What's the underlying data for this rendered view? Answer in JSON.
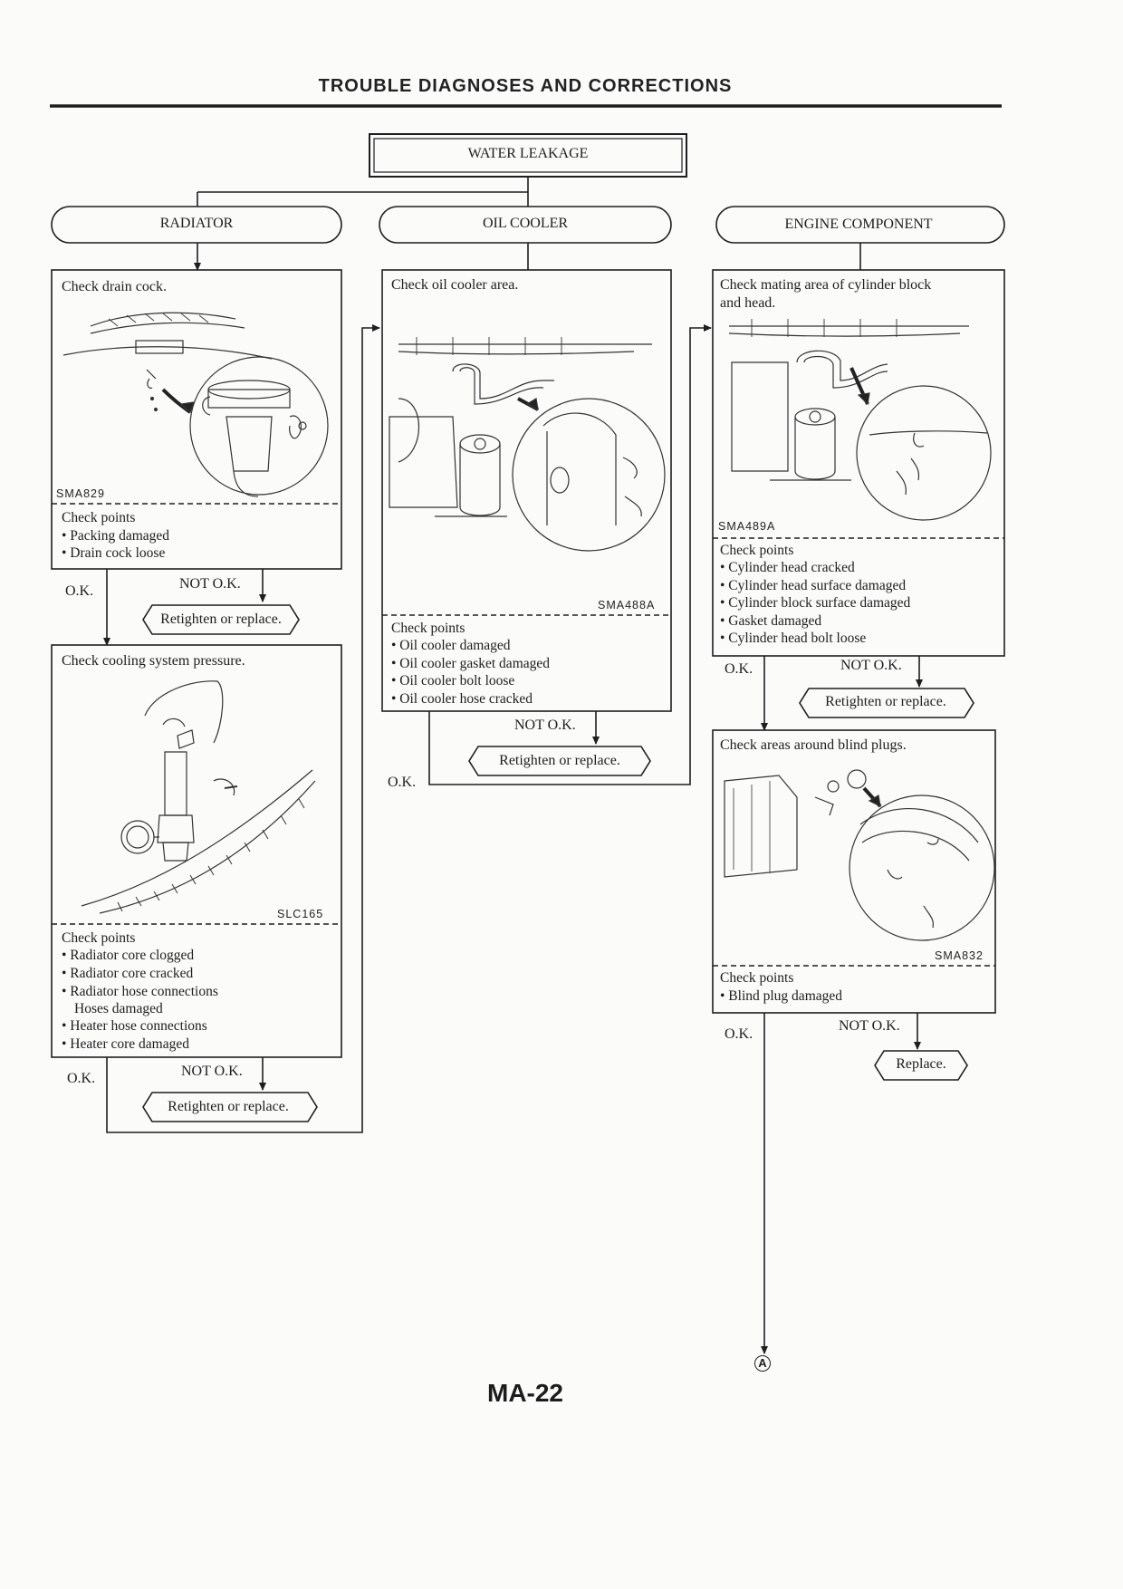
{
  "header": {
    "title": "TROUBLE DIAGNOSES AND CORRECTIONS"
  },
  "start": {
    "label": "WATER LEAKAGE"
  },
  "columns": {
    "radiator": {
      "label": "RADIATOR",
      "step1": {
        "instruction": "Check drain cock.",
        "figure_code": "SMA829",
        "check_title": "Check points",
        "check_items": [
          "• Packing damaged",
          "• Drain cock loose"
        ],
        "ok": "O.K.",
        "not_ok": "NOT O.K.",
        "action": "Retighten or replace."
      },
      "step2": {
        "instruction": "Check cooling system pressure.",
        "figure_code": "SLC165",
        "check_title": "Check points",
        "check_items": [
          "• Radiator core clogged",
          "• Radiator core cracked",
          "• Radiator hose connections",
          "Hoses damaged",
          "• Heater hose connections",
          "• Heater core damaged"
        ],
        "ok": "O.K.",
        "not_ok": "NOT O.K.",
        "action": "Retighten or replace."
      }
    },
    "oil_cooler": {
      "label": "OIL COOLER",
      "step1": {
        "instruction": "Check oil cooler area.",
        "figure_code": "SMA488A",
        "check_title": "Check points",
        "check_items": [
          "• Oil cooler damaged",
          "• Oil cooler gasket damaged",
          "• Oil cooler bolt loose",
          "• Oil cooler hose cracked"
        ],
        "ok": "O.K.",
        "not_ok": "NOT O.K.",
        "action": "Retighten or replace."
      }
    },
    "engine": {
      "label": "ENGINE COMPONENT",
      "step1": {
        "instruction": "Check mating area of cylinder block",
        "instruction2": "and head.",
        "figure_code": "SMA489A",
        "check_title": "Check points",
        "check_items": [
          "• Cylinder head cracked",
          "• Cylinder head surface damaged",
          "• Cylinder block surface damaged",
          "• Gasket damaged",
          "• Cylinder head bolt loose"
        ],
        "ok": "O.K.",
        "not_ok": "NOT O.K.",
        "action": "Retighten or replace."
      },
      "step2": {
        "instruction": "Check areas around blind plugs.",
        "figure_code": "SMA832",
        "check_title": "Check points",
        "check_items": [
          "• Blind plug damaged"
        ],
        "ok": "O.K.",
        "not_ok": "NOT O.K.",
        "action": "Replace."
      }
    }
  },
  "connector": "A",
  "footer": {
    "page_number": "MA-22"
  }
}
